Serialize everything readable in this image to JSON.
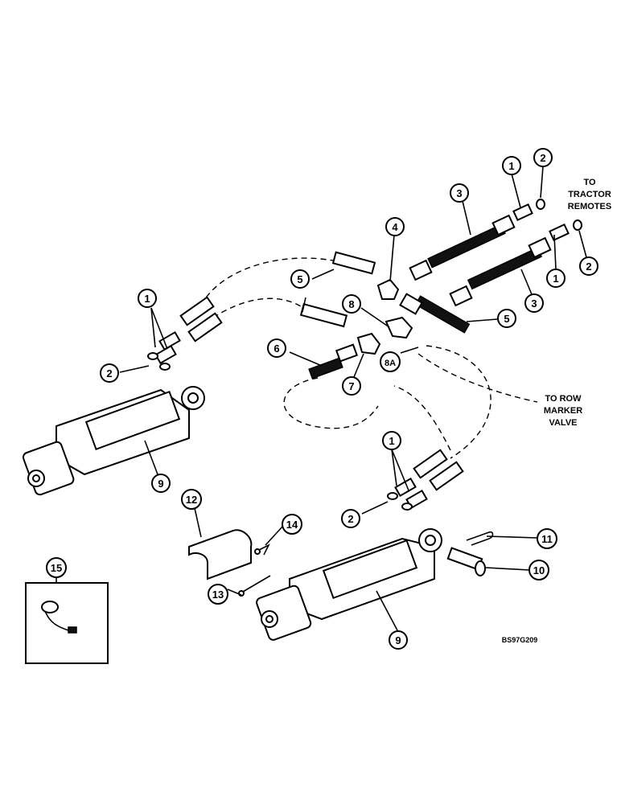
{
  "callouts": [
    {
      "id": "c1a",
      "label": "1"
    },
    {
      "id": "c2a",
      "label": "2"
    },
    {
      "id": "c3a",
      "label": "3"
    },
    {
      "id": "c4",
      "label": "4"
    },
    {
      "id": "c1b",
      "label": "1"
    },
    {
      "id": "c2b",
      "label": "2"
    },
    {
      "id": "c3b",
      "label": "3"
    },
    {
      "id": "c5a",
      "label": "5"
    },
    {
      "id": "c5b",
      "label": "5"
    },
    {
      "id": "c8",
      "label": "8"
    },
    {
      "id": "c1c",
      "label": "1"
    },
    {
      "id": "c2c",
      "label": "2"
    },
    {
      "id": "c6",
      "label": "6"
    },
    {
      "id": "c8a",
      "label": "8A"
    },
    {
      "id": "c7",
      "label": "7"
    },
    {
      "id": "c9a",
      "label": "9"
    },
    {
      "id": "c1d",
      "label": "1"
    },
    {
      "id": "c2d",
      "label": "2"
    },
    {
      "id": "c12",
      "label": "12"
    },
    {
      "id": "c14",
      "label": "14"
    },
    {
      "id": "c11",
      "label": "11"
    },
    {
      "id": "c10",
      "label": "10"
    },
    {
      "id": "c15",
      "label": "15"
    },
    {
      "id": "c13",
      "label": "13"
    },
    {
      "id": "c9b",
      "label": "9"
    }
  ],
  "notes": {
    "tractor": [
      "TO",
      "TRACTOR",
      "REMOTES"
    ],
    "row_marker": [
      "TO ROW",
      "MARKER",
      "VALVE"
    ]
  },
  "figure_code": "BS97G209"
}
